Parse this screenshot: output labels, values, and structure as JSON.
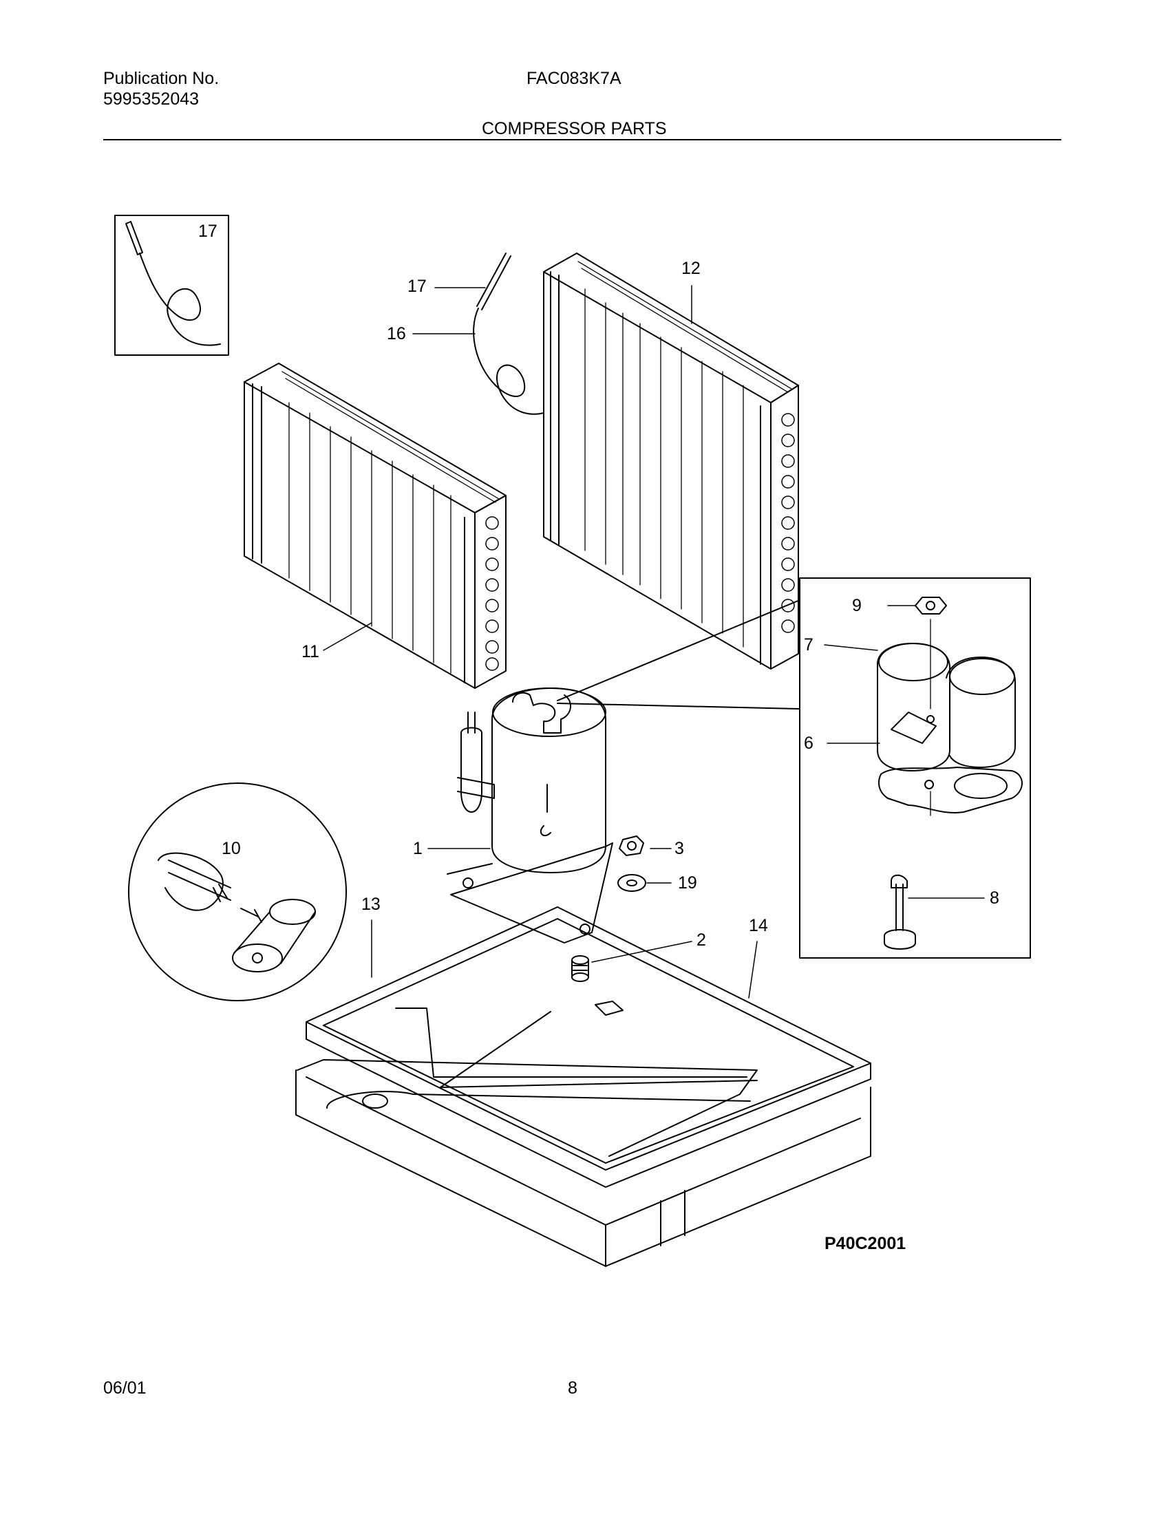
{
  "header": {
    "publication_label": "Publication No.",
    "publication_number": "5995352043",
    "model": "FAC083K7A",
    "section_title": "COMPRESSOR PARTS"
  },
  "diagram": {
    "figure_code": "P40C2001",
    "callouts": {
      "c1": "1",
      "c2": "2",
      "c3": "3",
      "c6": "6",
      "c7": "7",
      "c8": "8",
      "c9": "9",
      "c10": "10",
      "c11": "11",
      "c12": "12",
      "c13": "13",
      "c14": "14",
      "c16": "16",
      "c17": "17",
      "c17_inset": "17",
      "c19": "19"
    }
  },
  "footer": {
    "date": "06/01",
    "page_number": "8"
  }
}
